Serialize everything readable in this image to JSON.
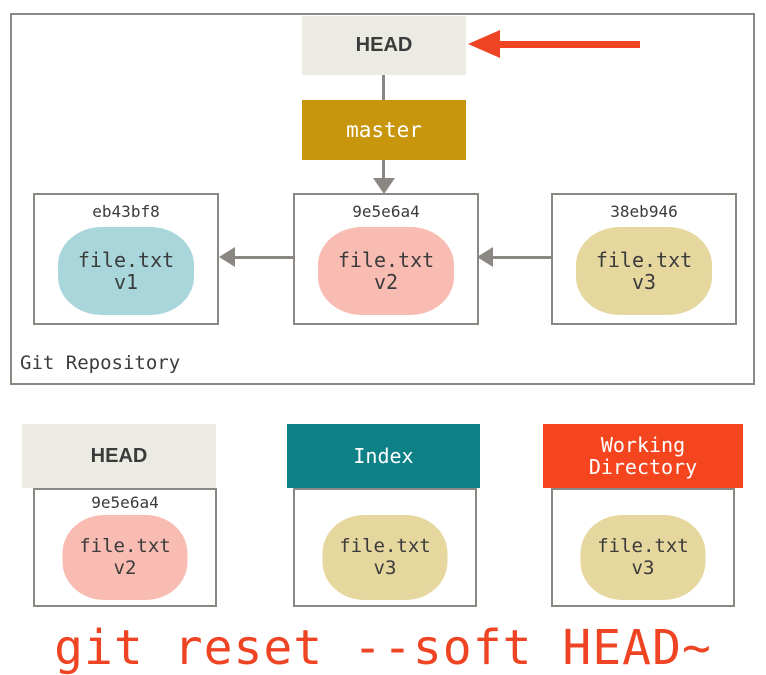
{
  "repository": {
    "label": "Git Repository",
    "head_pointer": "HEAD",
    "branch_pointer": "master",
    "commits": [
      {
        "hash": "eb43bf8",
        "file": "file.txt",
        "version": "v1",
        "color": "#a9d6db"
      },
      {
        "hash": "9e5e6a4",
        "file": "file.txt",
        "version": "v2",
        "color": "#f8bcb2"
      },
      {
        "hash": "38eb946",
        "file": "file.txt",
        "version": "v3",
        "color": "#e6d79f"
      }
    ]
  },
  "areas": [
    {
      "title": "HEAD",
      "hash": "9e5e6a4",
      "file": "file.txt",
      "version": "v2",
      "header_color": "#ecebe3",
      "blob_color": "#f8bcb2"
    },
    {
      "title": "Index",
      "hash": "",
      "file": "file.txt",
      "version": "v3",
      "header_color": "#0d8186",
      "blob_color": "#e6d79f"
    },
    {
      "title": "Working\nDirectory",
      "hash": "",
      "file": "file.txt",
      "version": "v3",
      "header_color": "#f4451f",
      "blob_color": "#e6d79f"
    }
  ],
  "command": "git reset --soft HEAD~",
  "colors": {
    "accent_red": "#ef4424",
    "branch_gold": "#c8960c",
    "index_teal": "#0d8186",
    "working_red": "#f4451f",
    "head_beige": "#ecebe3",
    "line_gray": "#8b8883"
  }
}
